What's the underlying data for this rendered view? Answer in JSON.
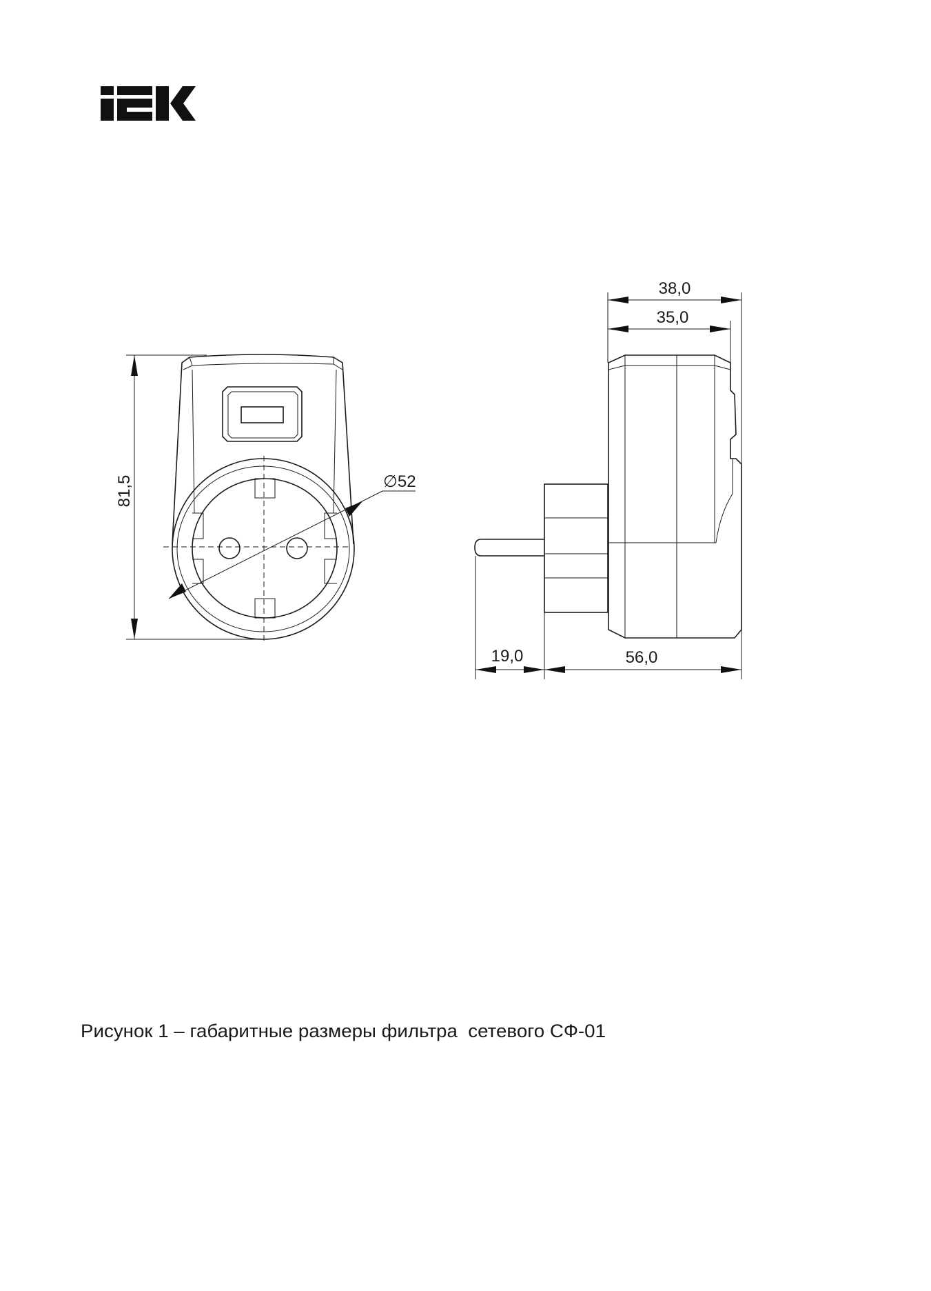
{
  "logo": {
    "text": "IEK"
  },
  "front_view": {
    "height_label": "81,5",
    "diameter_label": "∅52"
  },
  "side_view": {
    "width_outer_label": "38,0",
    "width_inner_label": "35,0",
    "pin_length_label": "19,0",
    "body_depth_label": "56,0"
  },
  "caption": "Рисунок 1 – габаритные размеры фильтра  сетевого СФ-01"
}
